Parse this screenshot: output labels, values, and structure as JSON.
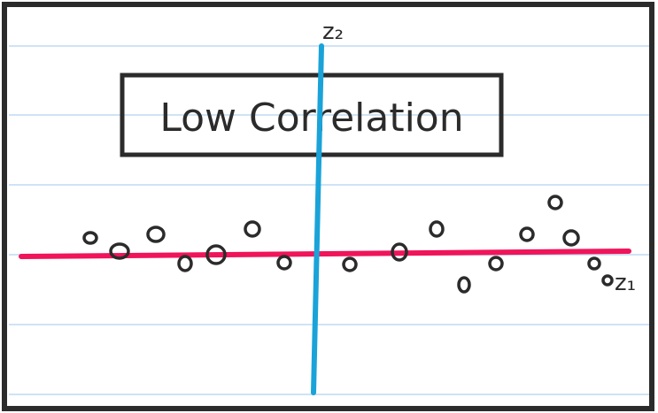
{
  "diagram": {
    "title": "Low Correlation",
    "axis_x_label": "z₁",
    "axis_y_label": "z₂",
    "colors": {
      "frame": "#2b2b2b",
      "ruled_lines": "#cfe3f5",
      "x_axis": "#f0145a",
      "y_axis": "#1aa3d9",
      "points": "#2b2b2b",
      "text": "#2b2b2b"
    }
  }
}
